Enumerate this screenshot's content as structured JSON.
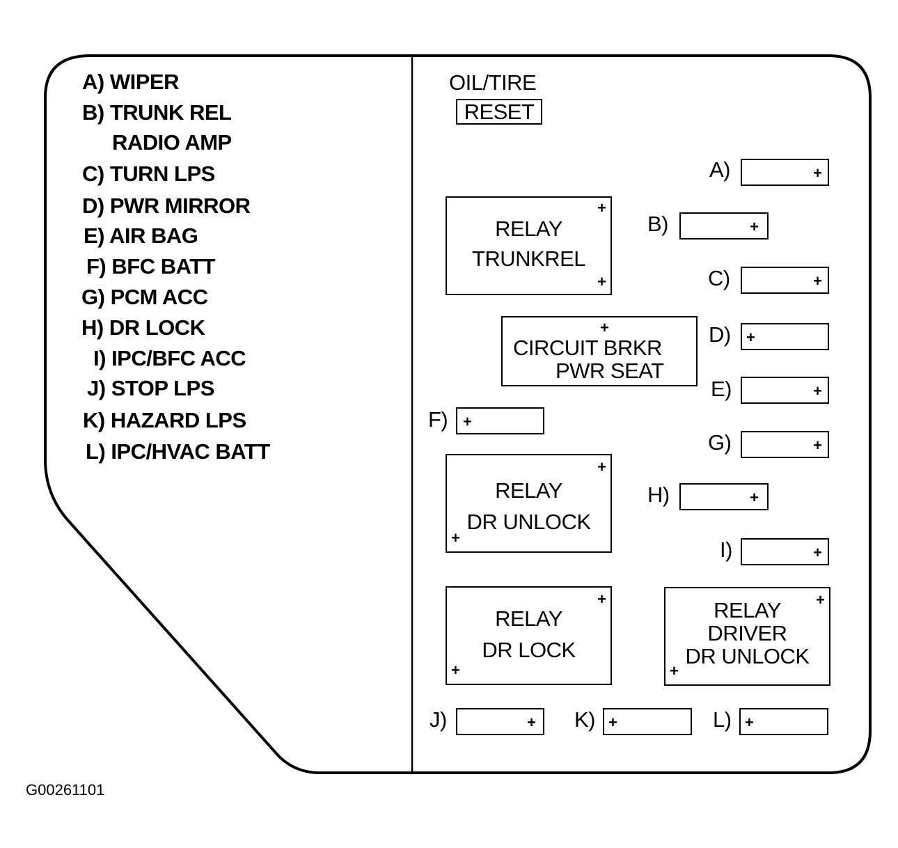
{
  "legend": [
    {
      "letter": "A)",
      "text": "WIPER"
    },
    {
      "letter": "B)",
      "text": "TRUNK REL"
    },
    {
      "letter": "",
      "text": "RADIO AMP"
    },
    {
      "letter": "C)",
      "text": "TURN LPS"
    },
    {
      "letter": "D)",
      "text": "PWR MIRROR"
    },
    {
      "letter": "E)",
      "text": "AIR BAG"
    },
    {
      "letter": "F)",
      "text": "BFC BATT"
    },
    {
      "letter": "G)",
      "text": "PCM ACC"
    },
    {
      "letter": "H)",
      "text": "DR LOCK"
    },
    {
      "letter": "I)",
      "text": "IPC/BFC ACC"
    },
    {
      "letter": "J)",
      "text": "STOP LPS"
    },
    {
      "letter": "K)",
      "text": "HAZARD LPS"
    },
    {
      "letter": "L)",
      "text": "IPC/HVAC BATT"
    }
  ],
  "oil_tire": {
    "title": "OIL/TIRE",
    "reset_label": "RESET"
  },
  "relays": {
    "trunkrel": {
      "lines": [
        "RELAY",
        "TRUNKREL"
      ]
    },
    "circuit_brkr": {
      "lines": [
        "CIRCUIT BRKR",
        "PWR SEAT"
      ]
    },
    "dr_unlock": {
      "lines": [
        "RELAY",
        "DR UNLOCK"
      ]
    },
    "dr_lock": {
      "lines": [
        "RELAY",
        "DR LOCK"
      ]
    },
    "driver_dr_unlock": {
      "lines": [
        "RELAY",
        "DRIVER",
        "DR UNLOCK"
      ]
    }
  },
  "fuses": {
    "A": {
      "label": "A)",
      "plus_side": "right"
    },
    "B": {
      "label": "B)",
      "plus_side": "right"
    },
    "C": {
      "label": "C)",
      "plus_side": "right"
    },
    "D": {
      "label": "D)",
      "plus_side": "left"
    },
    "E": {
      "label": "E)",
      "plus_side": "right"
    },
    "F": {
      "label": "F)",
      "plus_side": "left"
    },
    "G": {
      "label": "G)",
      "plus_side": "right"
    },
    "H": {
      "label": "H)",
      "plus_side": "right"
    },
    "I": {
      "label": "I)",
      "plus_side": "right"
    },
    "J": {
      "label": "J)",
      "plus_side": "right"
    },
    "K": {
      "label": "K)",
      "plus_side": "left"
    },
    "L": {
      "label": "L)",
      "plus_side": "left"
    }
  },
  "plus_symbol": "+",
  "figure_id": "G00261101"
}
